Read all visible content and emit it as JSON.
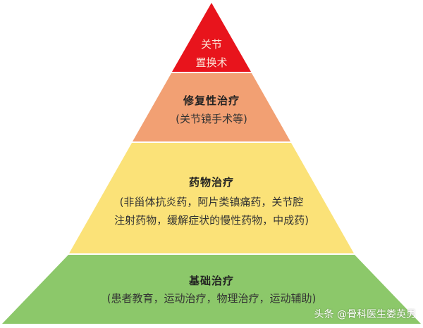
{
  "pyramid": {
    "levels": [
      {
        "id": "top",
        "title_line1": "关节",
        "title_line2": "置换术",
        "color": "#e8141c"
      },
      {
        "id": "repair",
        "title": "修复性治疗",
        "desc": "(关节镜手术等)",
        "color": "#f2a073"
      },
      {
        "id": "drug",
        "title": "药物治疗",
        "desc_line1": "(非甾体抗炎药，阿片类镇痛药，关节腔",
        "desc_line2": "注射药物，缓解症状的慢性药物，中成药)",
        "color": "#fbe278"
      },
      {
        "id": "basic",
        "title": "基础治疗",
        "desc": "(患者教育，运动治疗，物理治疗，运动辅助)",
        "color": "#8cc86a"
      }
    ]
  },
  "watermark": "头条 @骨科医生娄英男"
}
